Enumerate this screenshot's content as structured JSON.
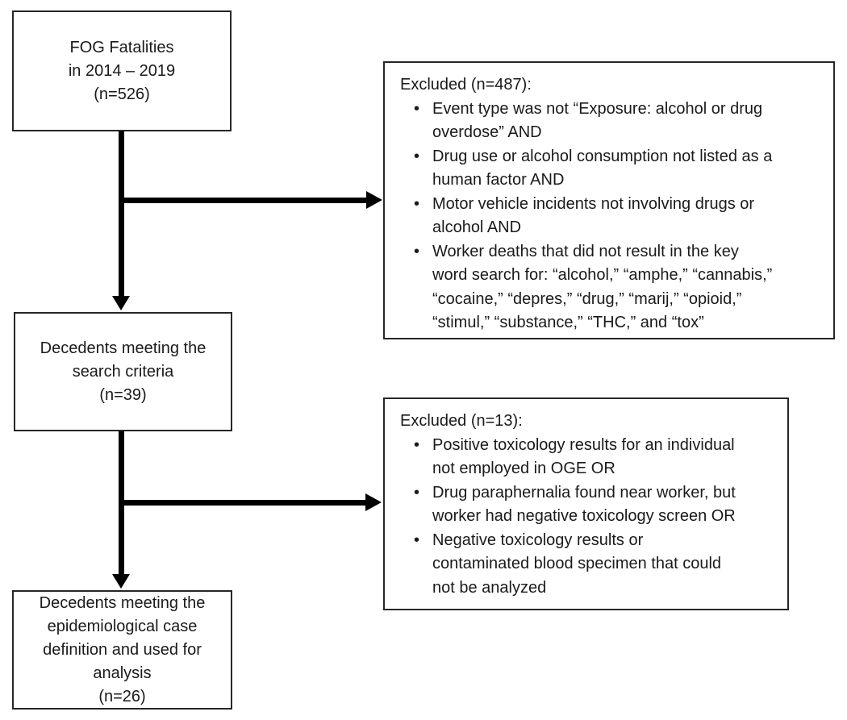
{
  "bullet_char": "•",
  "colors": {
    "background": "#ffffff",
    "box_border": "#262626",
    "arrow": "#000000",
    "text": "#1a1a1a"
  },
  "flow_boxes": {
    "box1": {
      "lines": [
        "FOG Fatalities",
        "in 2014 – 2019",
        "(n=526)"
      ]
    },
    "box2": {
      "lines": [
        "Decedents meeting the",
        "search criteria",
        "(n=39)"
      ]
    },
    "box3": {
      "lines": [
        "Decedents meeting the",
        "epidemiological case",
        "definition and used for",
        "analysis",
        "(n=26)"
      ]
    }
  },
  "exclusion_boxes": {
    "excluded1": {
      "title": "Excluded (n=487):",
      "bullets": [
        {
          "lines": [
            "Event type was not “Exposure: alcohol or drug",
            "overdose” AND"
          ]
        },
        {
          "lines": [
            "Drug use or alcohol consumption not listed as a",
            "human factor AND"
          ]
        },
        {
          "lines": [
            "Motor vehicle incidents not involving drugs or",
            "alcohol AND"
          ]
        },
        {
          "lines": [
            "Worker deaths that did not result in the key",
            "word search for: “alcohol,” “amphe,” “cannabis,”",
            "“cocaine,” “depres,” “drug,” “marij,” “opioid,”",
            "“stimul,” “substance,” “THC,” and “tox”"
          ]
        }
      ]
    },
    "excluded2": {
      "title": "Excluded (n=13):",
      "bullets": [
        {
          "lines": [
            "Positive toxicology results for an individual",
            "not employed in OGE OR"
          ]
        },
        {
          "lines": [
            "Drug paraphernalia found near worker, but",
            "worker had negative toxicology screen OR"
          ]
        },
        {
          "lines": [
            "Negative toxicology results or",
            "contaminated blood specimen that could",
            "not be analyzed"
          ]
        }
      ]
    }
  }
}
